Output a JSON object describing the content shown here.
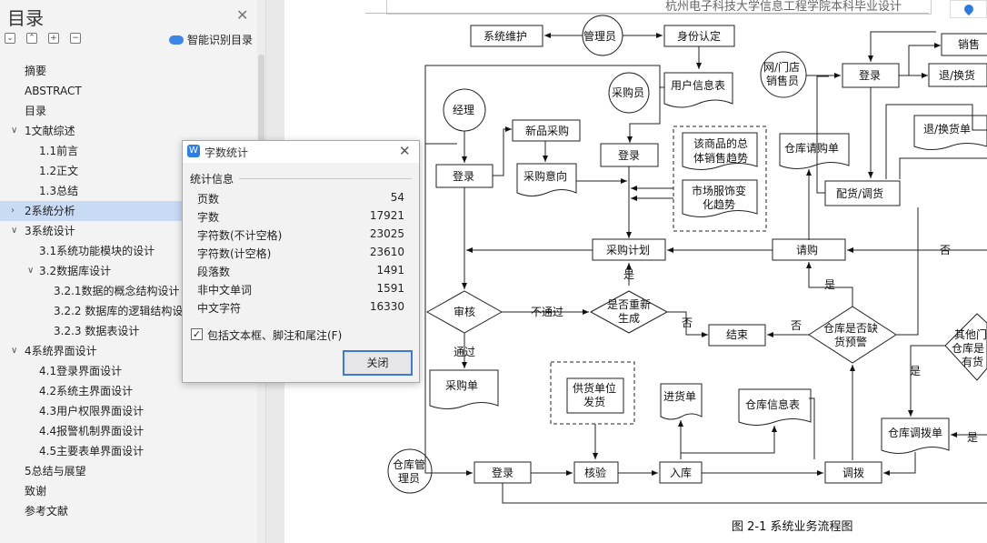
{
  "toc": {
    "title": "目录",
    "smart_toc_label": "智能识别目录",
    "items": [
      {
        "label": "摘要",
        "level": 0,
        "chevron": ""
      },
      {
        "label": "ABSTRACT",
        "level": 0,
        "chevron": ""
      },
      {
        "label": "目录",
        "level": 0,
        "chevron": ""
      },
      {
        "label": "1文献综述",
        "level": 0,
        "chevron": "∨"
      },
      {
        "label": "1.1前言",
        "level": 1,
        "chevron": ""
      },
      {
        "label": "1.2正文",
        "level": 1,
        "chevron": ""
      },
      {
        "label": "1.3总结",
        "level": 1,
        "chevron": ""
      },
      {
        "label": "2系统分析",
        "level": 0,
        "chevron": "›",
        "active": true
      },
      {
        "label": "3系统设计",
        "level": 0,
        "chevron": "∨"
      },
      {
        "label": "3.1系统功能模块的设计",
        "level": 1,
        "chevron": ""
      },
      {
        "label": "3.2数据库设计",
        "level": 1,
        "chevron": "∨"
      },
      {
        "label": "3.2.1数据的概念结构设计",
        "level": 2,
        "chevron": ""
      },
      {
        "label": "3.2.2  数据库的逻辑结构设计",
        "level": 2,
        "chevron": ""
      },
      {
        "label": "3.2.3  数据表设计",
        "level": 2,
        "chevron": ""
      },
      {
        "label": "4系统界面设计",
        "level": 0,
        "chevron": "∨"
      },
      {
        "label": "4.1登录界面设计",
        "level": 1,
        "chevron": ""
      },
      {
        "label": "4.2系统主界面设计",
        "level": 1,
        "chevron": ""
      },
      {
        "label": "4.3用户权限界面设计",
        "level": 1,
        "chevron": ""
      },
      {
        "label": "4.4报警机制界面设计",
        "level": 1,
        "chevron": ""
      },
      {
        "label": "4.5主要表单界面设计",
        "level": 1,
        "chevron": ""
      },
      {
        "label": "5总结与展望",
        "level": 0,
        "chevron": ""
      },
      {
        "label": "致谢",
        "level": 0,
        "chevron": ""
      },
      {
        "label": "参考文献",
        "level": 0,
        "chevron": ""
      }
    ]
  },
  "word_count": {
    "title": "字数统计",
    "section": "统计信息",
    "rows": [
      {
        "label": "页数",
        "value": "54"
      },
      {
        "label": "字数",
        "value": "17921"
      },
      {
        "label": "字符数(不计空格)",
        "value": "23025"
      },
      {
        "label": "字符数(计空格)",
        "value": "23610"
      },
      {
        "label": "段落数",
        "value": "1491"
      },
      {
        "label": "非中文单词",
        "value": "1591"
      },
      {
        "label": "中文字符",
        "value": "16330"
      }
    ],
    "checkbox_label": "包括文本框、脚注和尾注(F)",
    "checkbox_checked": true,
    "close_label": "关闭"
  },
  "document": {
    "header": "杭州电子科技大学信息工程学院本科毕业设计",
    "caption": "图 2-1 系统业务流程图",
    "flowchart": {
      "system_maintenance": "系统维护",
      "admin": "管理员",
      "identity_auth": "身份认定",
      "user_info_table": "用户信息表",
      "manager": "经理",
      "purchaser": "采购员",
      "new_product_purchase": "新品采购",
      "purchase_intent": "采购意向",
      "login": "登录",
      "total_sales_trend_1": "该商品的总",
      "total_sales_trend_2": "体销售趋势",
      "fashion_trend_1": "市场服饰变",
      "fashion_trend_2": "化趋势",
      "purchase_plan": "采购计划",
      "yes": "是",
      "no": "否",
      "review": "审核",
      "fail": "不通过",
      "regenerate_1": "是否重新",
      "regenerate_2": "生成",
      "pass": "通过",
      "purchase_order": "采购单",
      "end": "结束",
      "store_seller_1": "网/门店",
      "store_seller_2": "销售员",
      "sales": "销售",
      "return_exchange": "退/换货",
      "return_exchange_slip": "退/换货单",
      "warehouse_request_slip": "仓库请购单",
      "distribution": "配货/调货",
      "request_purchase": "请购",
      "stock_warning_1": "仓库是否缺",
      "stock_warning_2": "货预警",
      "other_warehouse_1": "其他门",
      "other_warehouse_2": "仓库是",
      "other_warehouse_3": "有货",
      "supplier_ship_1": "供货单位",
      "supplier_ship_2": "发货",
      "inbound_slip": "进货单",
      "warehouse_info_table": "仓库信息表",
      "transfer_slip": "仓库调拨单",
      "warehouse_admin_1": "仓库管",
      "warehouse_admin_2": "理员",
      "inspect": "核验",
      "inbound": "入库",
      "transfer": "调拨"
    }
  }
}
